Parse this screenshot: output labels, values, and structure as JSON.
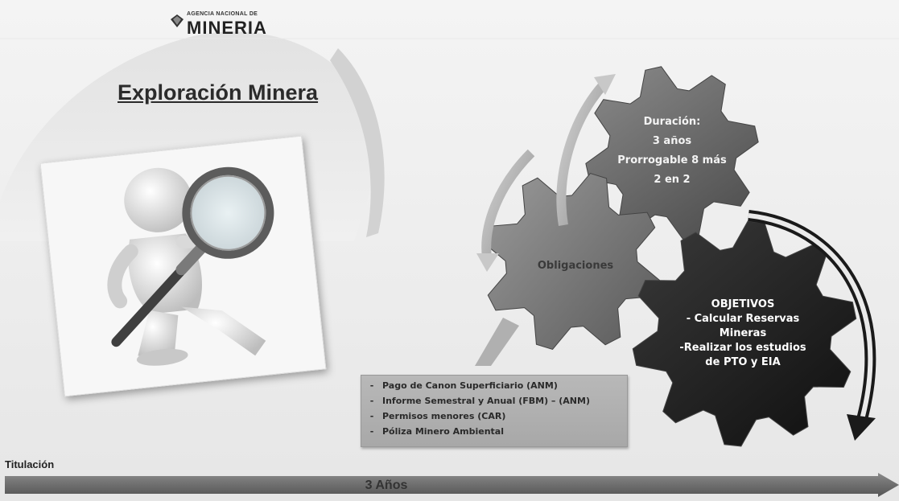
{
  "header": {
    "logo_small": "AGENCIA NACIONAL DE",
    "logo_big": "MINERIA",
    "logo_icon": "anm-diamond-logo"
  },
  "title": "Exploración Minera",
  "illustration": {
    "icon": "figure-with-magnifying-glass"
  },
  "gears": {
    "duration": {
      "lines": [
        "Duración:",
        "3 años",
        "Prorrogable 8 más",
        "2 en 2"
      ],
      "color": "#6b6b6b"
    },
    "obligations": {
      "label": "Obligaciones",
      "color": "#7a7a7a"
    },
    "objectives": {
      "heading": "OBJETIVOS",
      "lines": [
        "- Calcular Reservas",
        "Mineras",
        "-Realizar los estudios",
        "de PTO y EIA"
      ],
      "color": "#1e1e1e"
    }
  },
  "obligations_list": {
    "items": [
      "Pago de Canon Superficiario (ANM)",
      "Informe Semestral y Anual (FBM) – (ANM)",
      "Permisos menores (CAR)",
      "Póliza Minero Ambiental"
    ],
    "bullet": "-"
  },
  "timeline": {
    "label": "Titulación",
    "duration": "3 Años",
    "color": "#6e6e6e"
  }
}
